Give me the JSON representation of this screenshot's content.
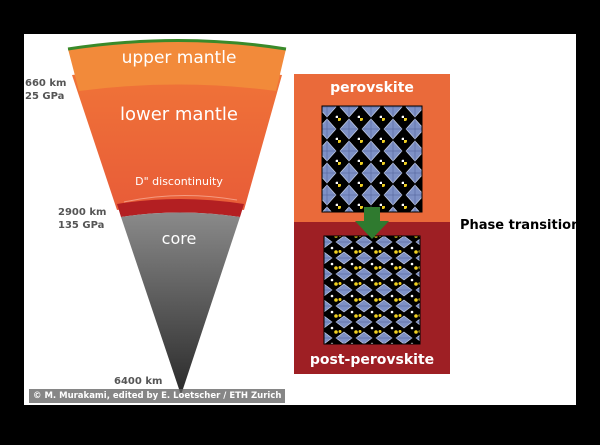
{
  "diagram": {
    "layers": {
      "upper_mantle": "upper mantle",
      "lower_mantle": "lower mantle",
      "d_discontinuity": "D\" discontinuity",
      "core": "core"
    },
    "depth_markers": [
      {
        "depth": "660 km",
        "pressure": "25 GPa"
      },
      {
        "depth": "2900 km",
        "pressure": "135 GPa"
      },
      {
        "depth": "6400 km",
        "pressure": ""
      }
    ],
    "phases": {
      "top": "perovskite",
      "bottom": "post-perovskite",
      "transition_label": "Phase transition"
    },
    "credit": "© M. Murakami, edited by E. Loetscher / ETH Zurich",
    "colors": {
      "crust": "#3a8a2a",
      "upper_mantle": "#f07a30",
      "lower_mantle": "#ec6a3a",
      "d_layer": "#b31f22",
      "core": "#5a5a5a",
      "panel_top": "#ea6a3a",
      "panel_bottom": "#9e1f24",
      "arrow": "#2f7a2f"
    }
  }
}
